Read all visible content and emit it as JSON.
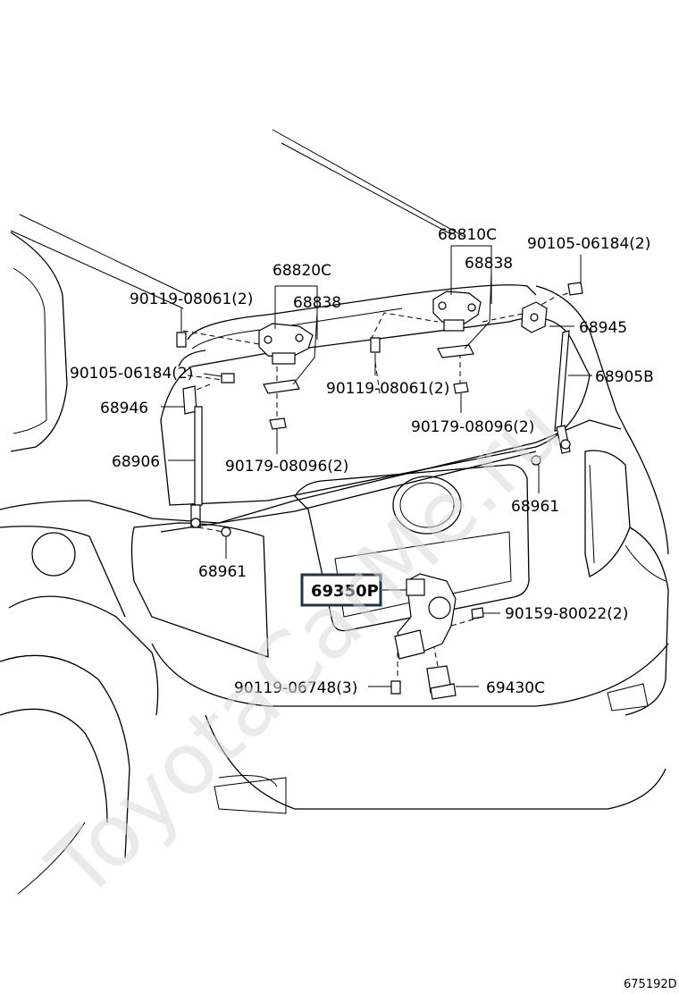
{
  "watermark": "ToyotaCarMe.ru",
  "diagram_code": "675192D",
  "labels": {
    "p68810c": "68810C",
    "p68838_right": "68838",
    "p90105_right": "90105-06184(2)",
    "p68945": "68945",
    "p68905b": "68905B",
    "p68820c": "68820C",
    "p68838_left": "68838",
    "p90119_left": "90119-08061(2)",
    "p90105_left": "90105-06184(2)",
    "p68946": "68946",
    "p68906": "68906",
    "p90119_center": "90119-08061(2)",
    "p90179_right": "90179-08096(2)",
    "p90179_left": "90179-08096(2)",
    "p68961_right": "68961",
    "p68961_left": "68961",
    "p69350p": "69350P",
    "p90159": "90159-80022(2)",
    "p90119_bottom": "90119-06748(3)",
    "p69430c": "69430C"
  },
  "colors": {
    "line": "#000000",
    "background": "#ffffff",
    "watermark": "#d8d8d8"
  }
}
